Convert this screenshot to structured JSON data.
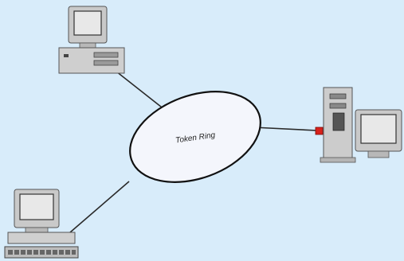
{
  "diagram": {
    "center_label": "Token Ring",
    "colors": {
      "background": "#d8ecfa",
      "ring_fill": "#f4f6fc",
      "ring_stroke": "#111111",
      "link": "#2a2a2a",
      "connector": "#d8221c"
    },
    "nodes": [
      {
        "id": "desktop-top",
        "kind": "desktop-pc"
      },
      {
        "id": "tower-right",
        "kind": "tower-pc-with-monitor"
      },
      {
        "id": "laptop-bottom-left",
        "kind": "desktop-pc-with-keyboard"
      }
    ],
    "links": [
      {
        "from": "desktop-top",
        "to": "token-ring"
      },
      {
        "from": "token-ring",
        "to": "tower-right"
      },
      {
        "from": "token-ring",
        "to": "laptop-bottom-left"
      }
    ]
  }
}
